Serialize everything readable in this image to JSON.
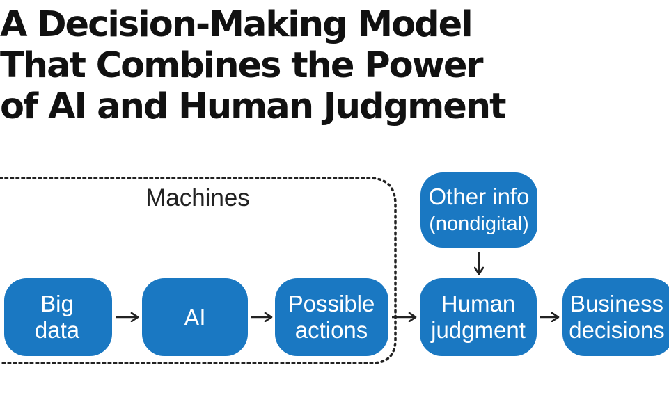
{
  "title": {
    "lines": [
      "A Decision-Making Model",
      "That Combines the Power",
      "of AI and Human Judgment"
    ]
  },
  "colors": {
    "node_fill": "#1a78c2",
    "node_text": "#ffffff",
    "arrow": "#222222"
  },
  "diagram": {
    "group_label": "Machines",
    "nodes": {
      "big_data": [
        "Big",
        "data"
      ],
      "ai": [
        "AI"
      ],
      "possible_actions": [
        "Possible",
        "actions"
      ],
      "other_info": [
        "Other info",
        "(nondigital)"
      ],
      "human_judgment": [
        "Human",
        "judgment"
      ],
      "business_decisions": [
        "Business",
        "decisions"
      ]
    },
    "edges": [
      [
        "big_data",
        "ai"
      ],
      [
        "ai",
        "possible_actions"
      ],
      [
        "possible_actions",
        "human_judgment"
      ],
      [
        "other_info",
        "human_judgment"
      ],
      [
        "human_judgment",
        "business_decisions"
      ]
    ]
  }
}
